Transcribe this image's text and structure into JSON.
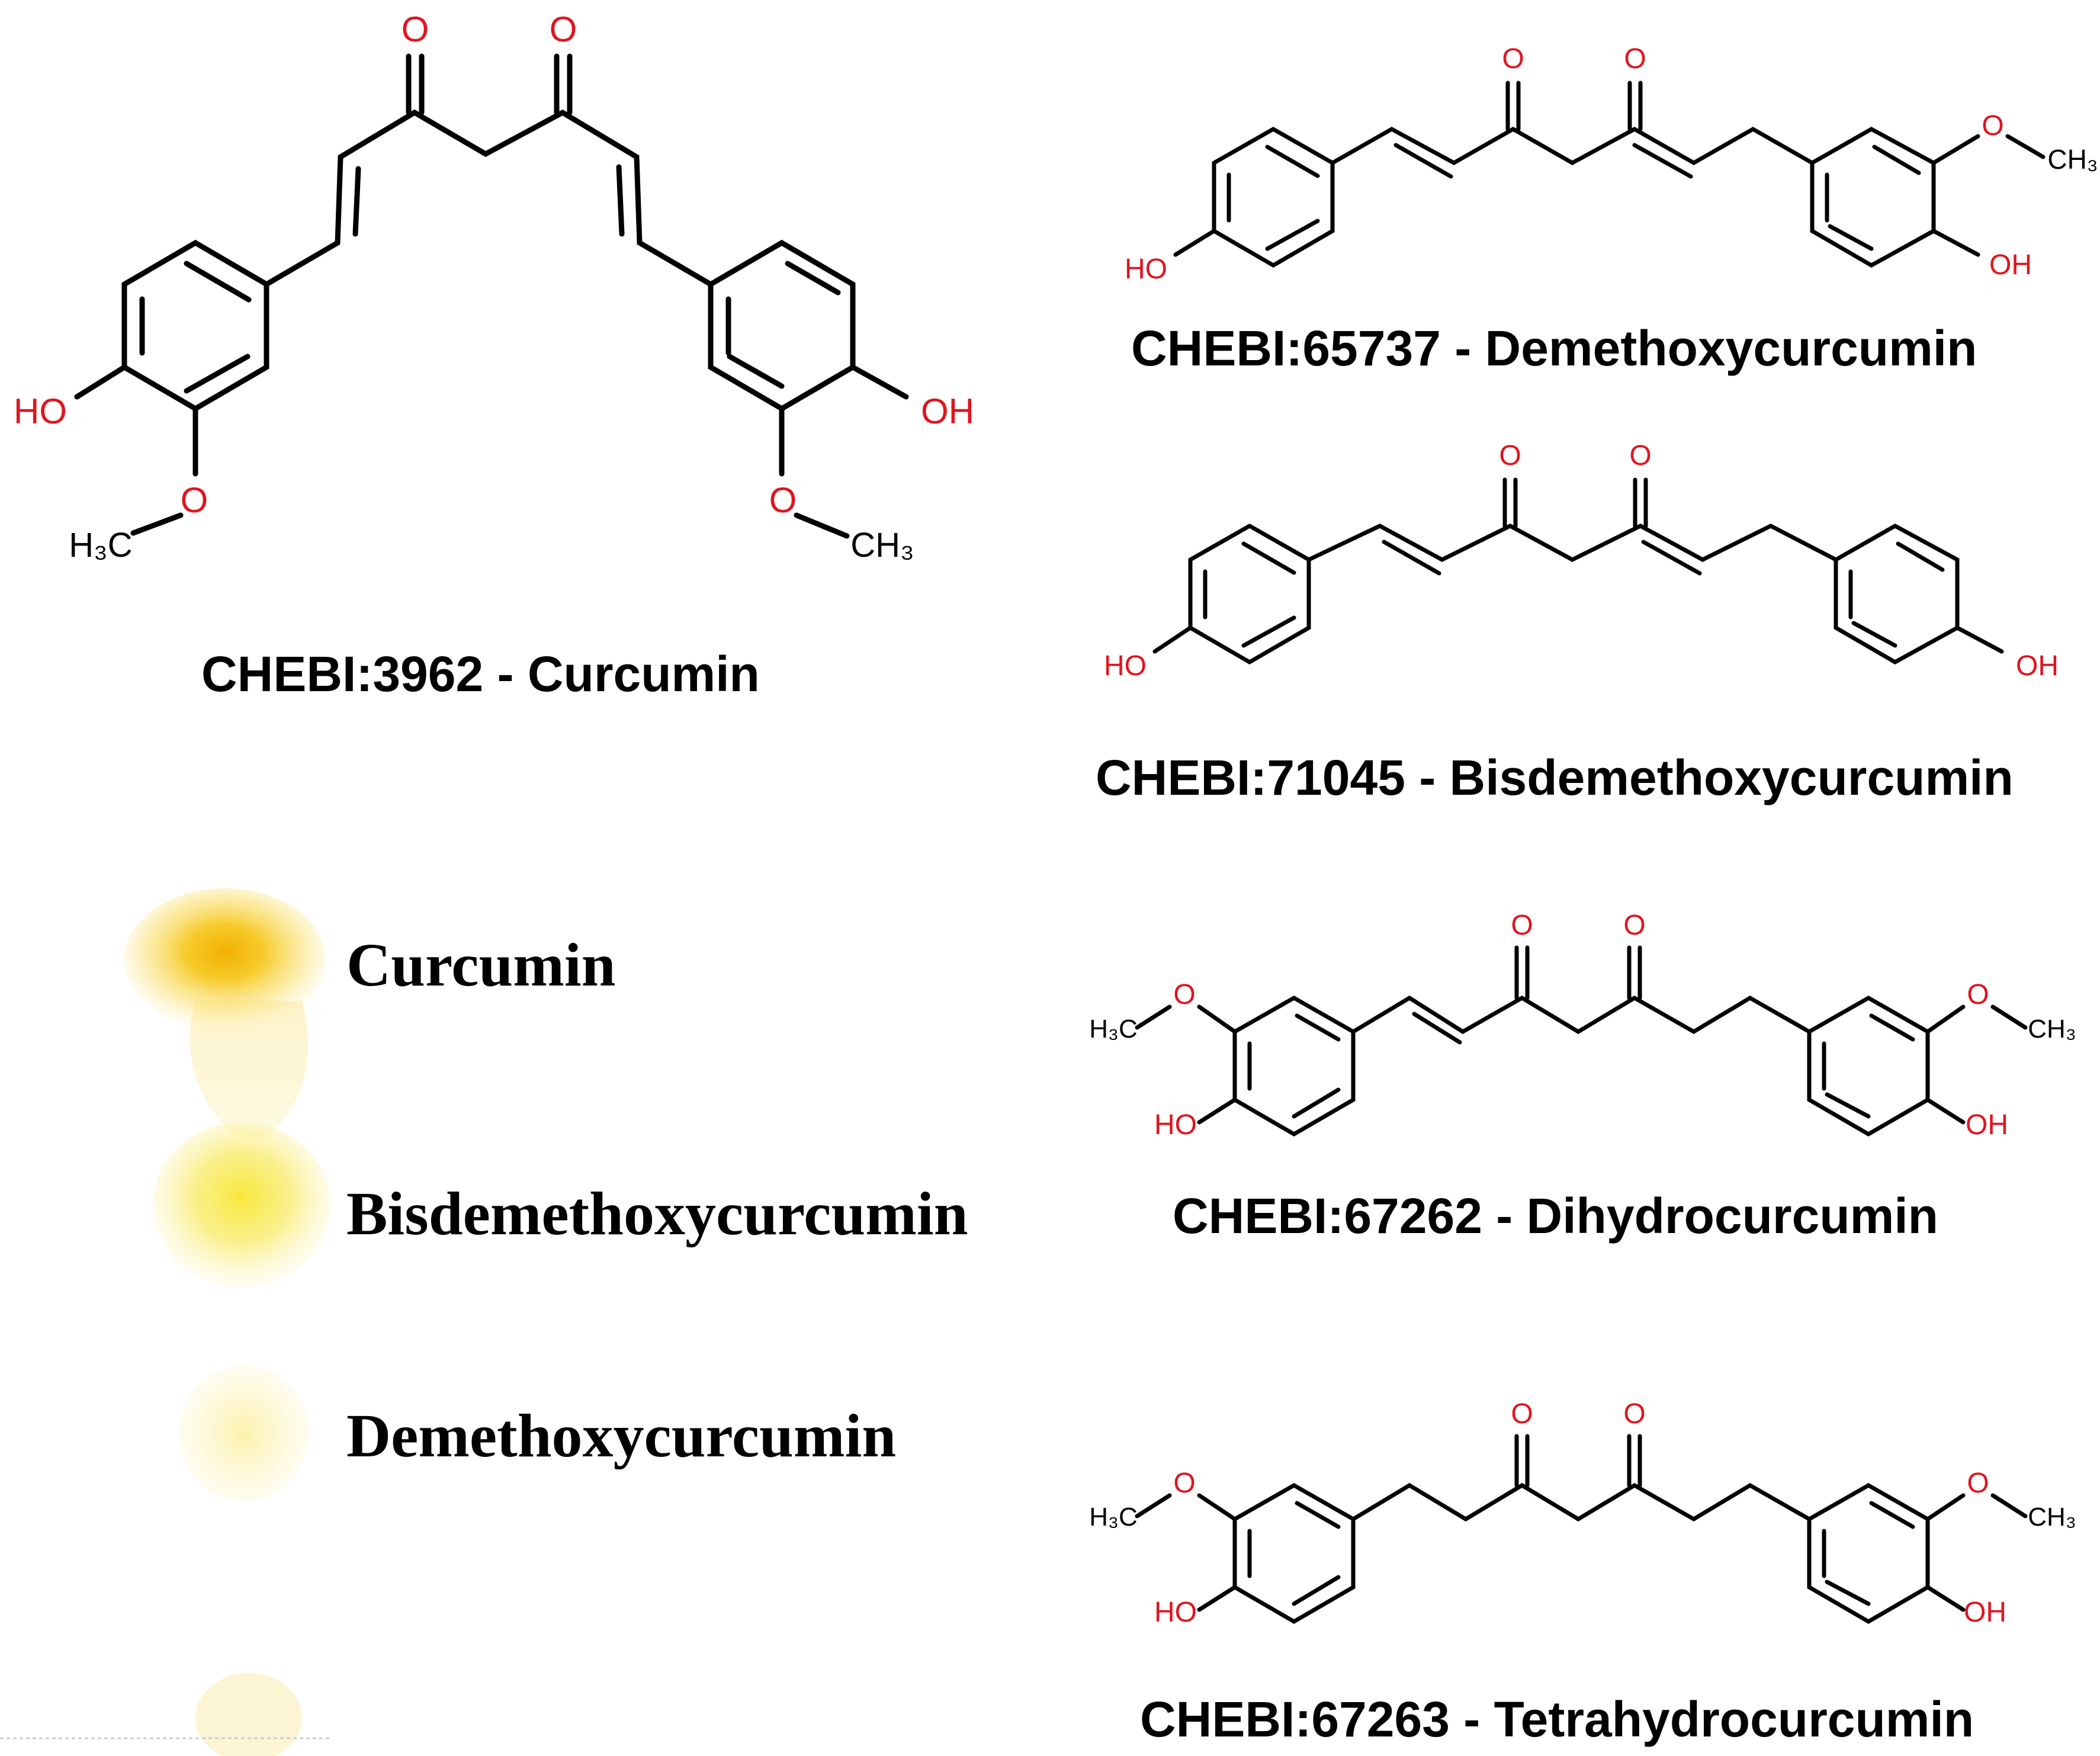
{
  "molecules": [
    {
      "caption": "CHEBI:3962 - Curcumin",
      "labels": {
        "o_left": "O",
        "o_right": "O",
        "oh_left": "HO",
        "oh_right": "OH",
        "ome_left_o": "O",
        "ome_left_c": "H₃C",
        "ome_right_o": "O",
        "ome_right_c": "CH₃"
      }
    },
    {
      "caption": "CHEBI:65737 - Demethoxycurcumin",
      "labels": {
        "o_left": "O",
        "o_right": "O",
        "oh_left": "HO",
        "oh_right": "OH",
        "ome_o": "O",
        "ome_c": "CH₃"
      }
    },
    {
      "caption": "CHEBI:71045 - Bisdemethoxycurcumin",
      "labels": {
        "o_left": "O",
        "o_right": "O",
        "oh_left": "HO",
        "oh_right": "OH"
      }
    },
    {
      "caption": "CHEBI:67262 - Dihydrocurcumin",
      "labels": {
        "o_left": "O",
        "o_right": "O",
        "oh_left": "HO",
        "oh_right": "OH",
        "ome_left_o": "O",
        "ome_left_c": "H₃C",
        "ome_right_o": "O",
        "ome_right_c": "CH₃"
      }
    },
    {
      "caption": "CHEBI:67263 - Tetrahydrocurcumin",
      "labels": {
        "o_left": "O",
        "o_right": "O",
        "oh_left": "HO",
        "oh_right": "OH",
        "ome_left_o": "O",
        "ome_left_c": "H₃C",
        "ome_right_o": "O",
        "ome_right_c": "CH₃"
      }
    }
  ],
  "tlc_spots": [
    {
      "label": "Curcumin"
    },
    {
      "label": "Bisdemethoxycurcumin"
    },
    {
      "label": "Demethoxycurcumin"
    }
  ],
  "colors": {
    "bond": "#000000",
    "heteroatom": "#e0141e",
    "spot_strong": "#f2b400",
    "spot_mid": "#f7e040",
    "spot_pale": "#fbf0a8"
  }
}
